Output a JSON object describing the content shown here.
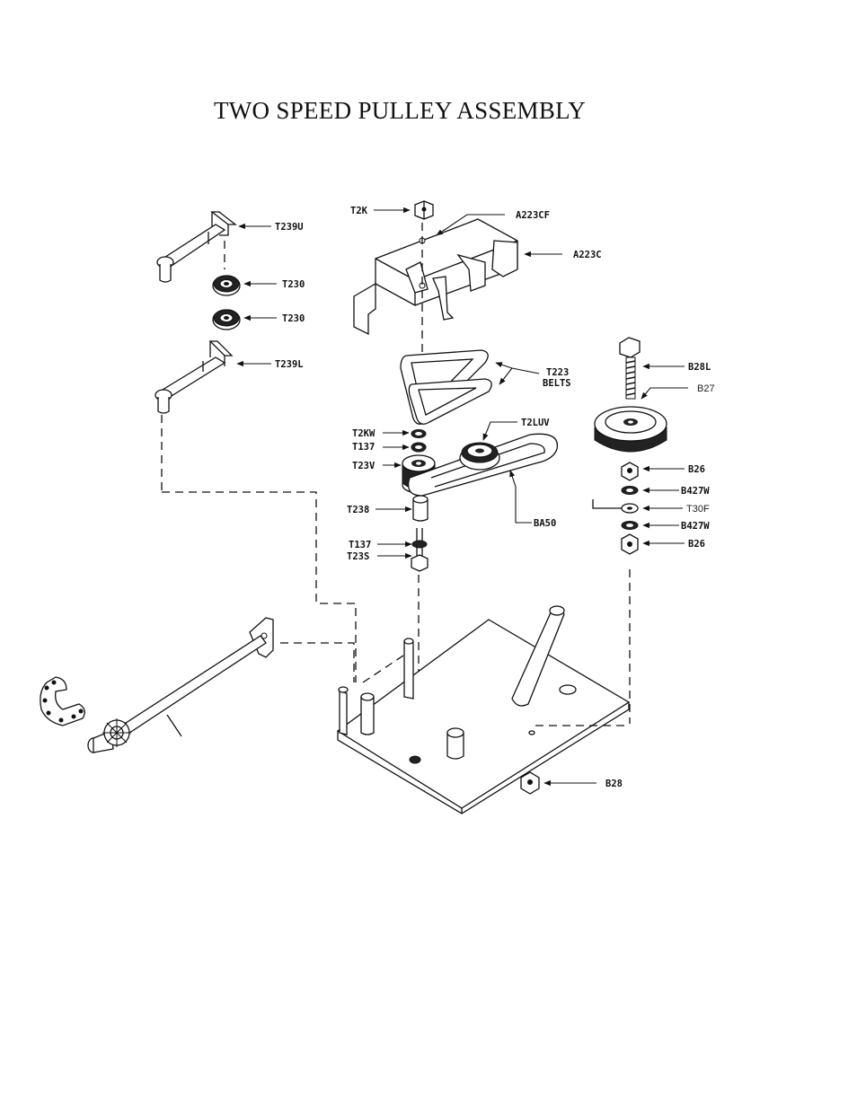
{
  "title": "TWO SPEED PULLEY ASSEMBLY",
  "labels": {
    "t2k": "T2K",
    "a223cf": "A223CF",
    "a223c": "A223C",
    "t239u": "T239U",
    "t230_top": "T230",
    "t230_bottom": "T230",
    "t239l": "T239L",
    "t223": "T223",
    "belts": "BELTS",
    "b28l": "B28L",
    "b27": "B27",
    "t2kw": "T2KW",
    "t137_top": "T137",
    "t23v": "T23V",
    "t2luv": "T2LUV",
    "ba50": "BA50",
    "b26_top": "B26",
    "b427w_top": "B427W",
    "t30f": "T30F",
    "b427w_bottom": "B427W",
    "b26_bottom": "B26",
    "t238": "T238",
    "t137_bottom": "T137",
    "t23s": "T23S",
    "b28": "B28"
  }
}
